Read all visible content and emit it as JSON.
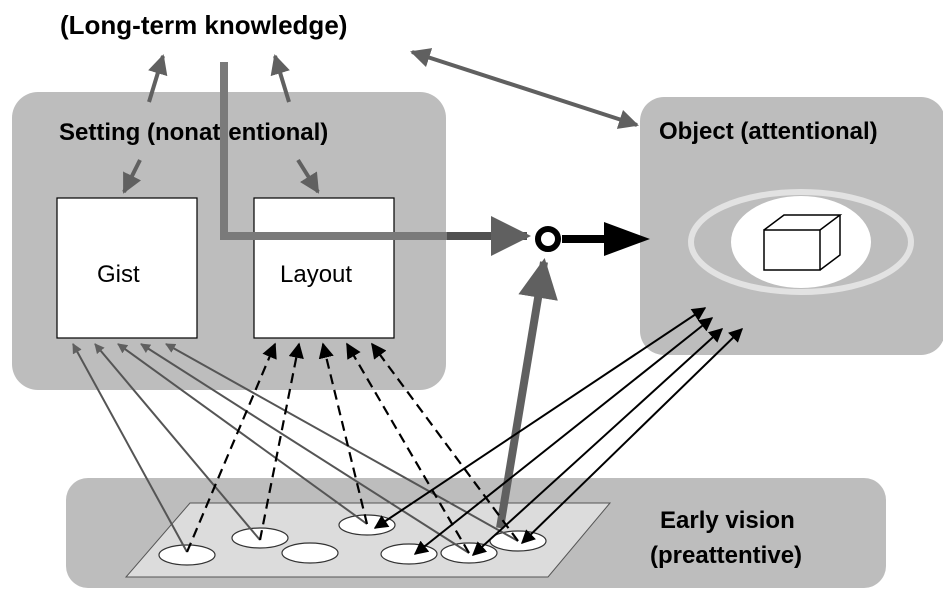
{
  "labels": {
    "long_term": "(Long-term knowledge)",
    "setting": "Setting (nonattentional)",
    "object": "Object (attentional)",
    "gist": "Gist",
    "layout": "Layout",
    "early_vision_line1": "Early vision",
    "early_vision_line2": "(preattentive)"
  },
  "colors": {
    "panel_gray": "#bdbdbd",
    "dark_arrow": "#606060",
    "mid_arrow": "#7a7a7a",
    "plane_fill": "#dcdcdc",
    "black": "#000000",
    "white": "#ffffff"
  }
}
